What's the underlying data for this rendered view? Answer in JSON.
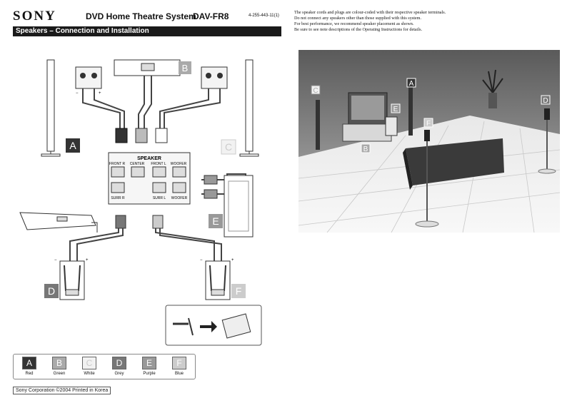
{
  "header": {
    "brand": "SONY",
    "product_title": "DVD Home Theatre System",
    "model": "DAV-FR8",
    "part_number": "4-255-443-11(1)"
  },
  "banner": {
    "title": "Speakers – Connection and Installation"
  },
  "notes": [
    "The speaker cords and plugs are colour-coded with their respective speaker terminals.",
    "Do not connect any speakers other than those supplied with this system.",
    "For best performance, we recommend speaker placement as shown.",
    "Be sure to see note descriptions of the Operating Instructions for details."
  ],
  "diagram": {
    "letters": {
      "a": "A",
      "b": "B",
      "c": "C",
      "d": "D",
      "e": "E",
      "f": "F"
    },
    "panel_title": "SPEAKER",
    "terminals": {
      "front_r": "FRONT R",
      "center": "CENTER",
      "front_l": "FRONT L",
      "woofer_top": "WOOFER",
      "surr_r": "SURR R",
      "surr_l": "SURR L",
      "woofer_bottom": "WOOFER"
    },
    "plus": "+",
    "minus": "−"
  },
  "room": {
    "letters": {
      "a": "A",
      "b": "B",
      "c": "C",
      "d": "D",
      "e": "E",
      "f": "F"
    }
  },
  "legend": [
    {
      "letter": "A",
      "name": "Red",
      "fill": "#333333",
      "text_color": "#ffffff"
    },
    {
      "letter": "B",
      "name": "Green",
      "fill": "#aaaaaa",
      "text_color": "#ffffff"
    },
    {
      "letter": "C",
      "name": "White",
      "fill": "#f2f2f2",
      "text_color": "#cccccc"
    },
    {
      "letter": "D",
      "name": "Grey",
      "fill": "#777777",
      "text_color": "#ffffff"
    },
    {
      "letter": "E",
      "name": "Purple",
      "fill": "#999999",
      "text_color": "#ffffff"
    },
    {
      "letter": "F",
      "name": "Blue",
      "fill": "#cccccc",
      "text_color": "#ffffff"
    }
  ],
  "footer": {
    "copyright": "Sony Corporation ©2004 Printed in Korea"
  }
}
